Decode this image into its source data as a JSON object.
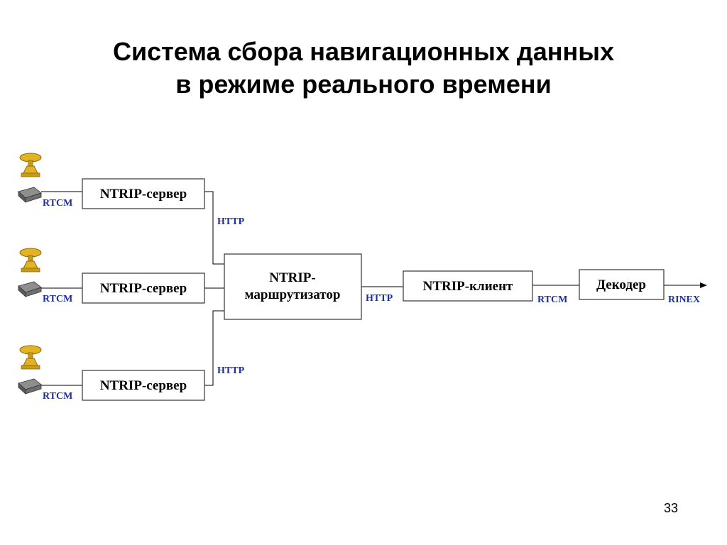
{
  "slide": {
    "title_line1": "Система сбора навигационных данных",
    "title_line2": "в режиме реального времени",
    "page_number": "33"
  },
  "diagram": {
    "servers": [
      {
        "label": "NTRIP-сервер",
        "input_protocol": "RTCM"
      },
      {
        "label": "NTRIP-сервер",
        "input_protocol": "RTCM"
      },
      {
        "label": "NTRIP-сервер",
        "input_protocol": "RTCM"
      }
    ],
    "server_links": [
      "HTTP",
      "HTTP"
    ],
    "router": {
      "label_line1": "NTRIP-",
      "label_line2": "маршрутизатор"
    },
    "router_to_client": "HTTP",
    "client": {
      "label": "NTRIP-клиент"
    },
    "client_to_decoder": "RTCM",
    "decoder": {
      "label": "Декодер"
    },
    "output": "RINEX",
    "colors": {
      "protocol_text": "#1a2ea8",
      "line": "#000000",
      "box_border": "#333333",
      "antenna": "#d9a520"
    },
    "icons": [
      "gnss-antenna-icon",
      "gnss-receiver-icon"
    ]
  }
}
